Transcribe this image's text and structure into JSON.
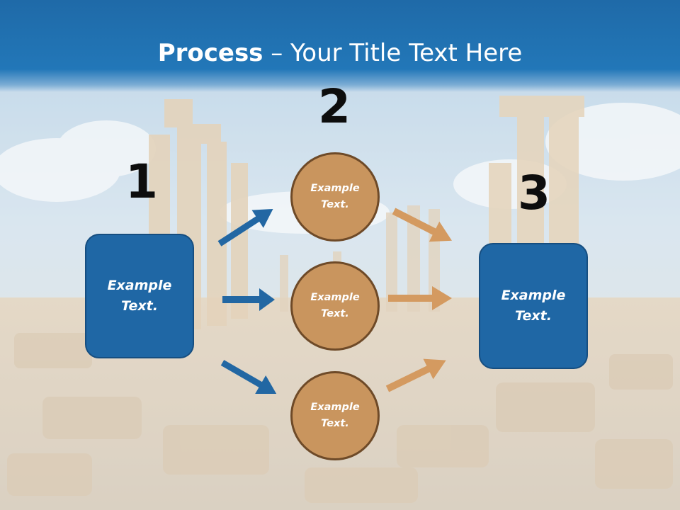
{
  "title": {
    "bold": "Process",
    "rest": " – Your Title Text Here"
  },
  "steps": [
    {
      "number": "1",
      "label": "Example Text."
    },
    {
      "number": "2"
    },
    {
      "number": "3",
      "label": "Example Text."
    }
  ],
  "circles": [
    {
      "label": "Example Text."
    },
    {
      "label": "Example Text."
    },
    {
      "label": "Example Text."
    }
  ],
  "colors": {
    "title_bar": "#2277b8",
    "box": "#1f67a5",
    "circle": "#c9955e",
    "blue_arrow": "#2267a3",
    "tan_arrow": "#d49a60"
  }
}
